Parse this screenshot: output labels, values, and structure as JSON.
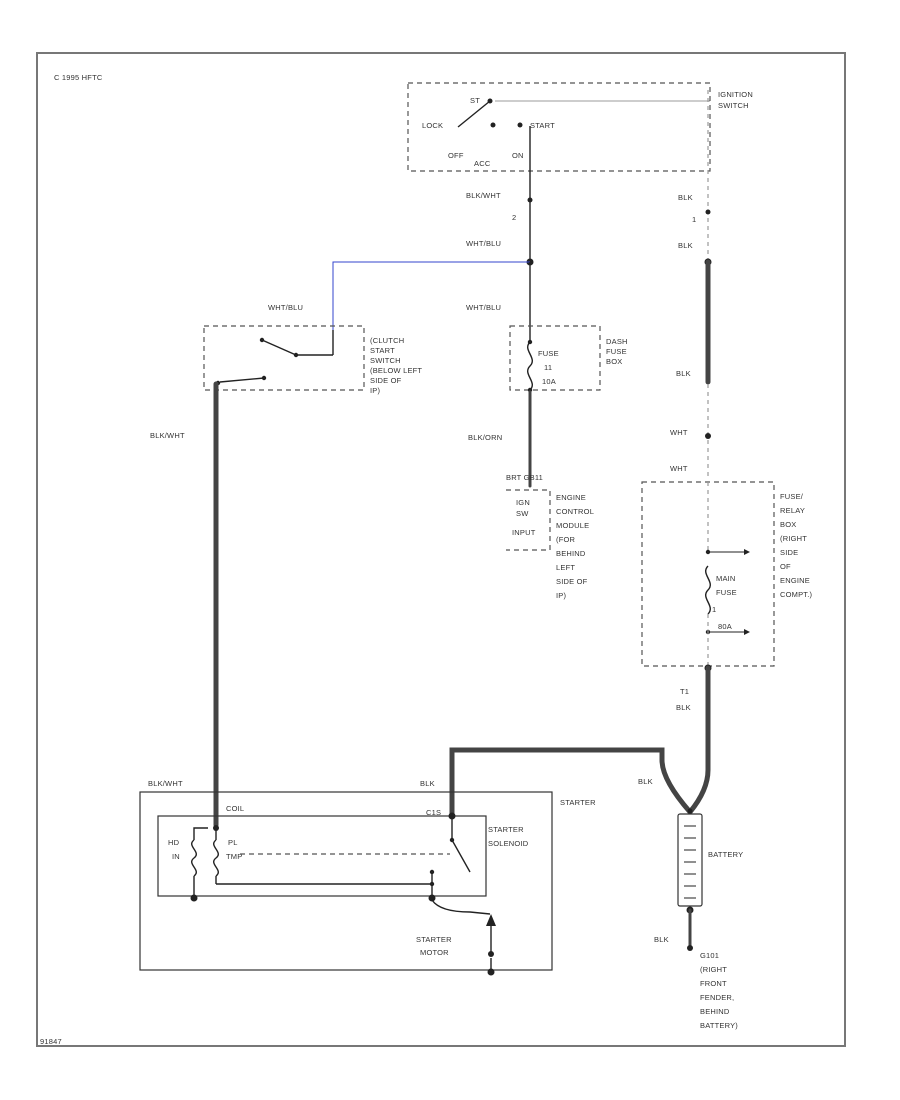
{
  "copyright": "C 1995 HFTC",
  "figure_id": "91847",
  "components": {
    "ignition_switch": {
      "label_lines": [
        "IGNITION",
        "SWITCH"
      ],
      "positions": [
        "LOCK",
        "START",
        "OFF",
        "ACC",
        "ON",
        "ST"
      ]
    },
    "clutch_switch": {
      "label_lines": [
        "(CLUTCH",
        "START",
        "SWITCH",
        "(BELOW LEFT",
        "SIDE OF",
        "IP)"
      ]
    },
    "dash_fuse_box": {
      "label_lines": [
        "DASH",
        "FUSE",
        "BOX"
      ],
      "fuse_lines": [
        "FUSE",
        "11",
        "10A"
      ]
    },
    "ecm": {
      "pin": "BRT GB11",
      "input_lines": [
        "IGN",
        "SW",
        "INPUT"
      ],
      "label_lines": [
        "ENGINE",
        "CONTROL",
        "MODULE",
        "(FOR",
        "BEHIND",
        "LEFT",
        "SIDE OF",
        "IP)"
      ]
    },
    "relay_box": {
      "label_lines": [
        "FUSE/",
        "RELAY",
        "BOX",
        "(RIGHT",
        "SIDE",
        "OF",
        "ENGINE",
        "COMPT.)"
      ],
      "fuse_lines": [
        "MAIN",
        "FUSE",
        "1"
      ],
      "rating": "80A"
    },
    "starter": {
      "label": "STARTER",
      "solenoid_lines": [
        "STARTER",
        "SOLENOID"
      ],
      "hold_lines": [
        "HD",
        "IN"
      ],
      "pull_lines": [
        "PL",
        "TMP"
      ],
      "motor_lines": [
        "STARTER",
        "MOTOR"
      ],
      "coil_label": "COIL",
      "terminal_label": "C1S"
    },
    "battery": {
      "label": "BATTERY"
    },
    "ground": {
      "label_lines": [
        "G101",
        "(RIGHT",
        "FRONT",
        "FENDER,",
        "BEHIND",
        "BATTERY)"
      ]
    }
  },
  "wires": {
    "blk_wht_top": "BLK/WHT",
    "pin_2": "2",
    "wht_blu_1": "WHT/BLU",
    "wht_blu_2": "WHT/BLU",
    "wht_blu_3": "WHT/BLU",
    "blk_wht_left": "BLK/WHT",
    "blk_org": "BLK/ORN",
    "blk_1": "BLK",
    "pin_1": "1",
    "blk_2": "BLK",
    "blk_3": "BLK",
    "wht_1": "WHT",
    "wht_2": "WHT",
    "t1": "T1",
    "blk_4": "BLK",
    "blk_5": "BLK",
    "blk_6": "BLK",
    "blk_wht_bottom": "BLK/WHT",
    "blk_7": "BLK",
    "pin_3": "1"
  },
  "colors": {
    "wht_blu_wire": "#3344cc"
  }
}
